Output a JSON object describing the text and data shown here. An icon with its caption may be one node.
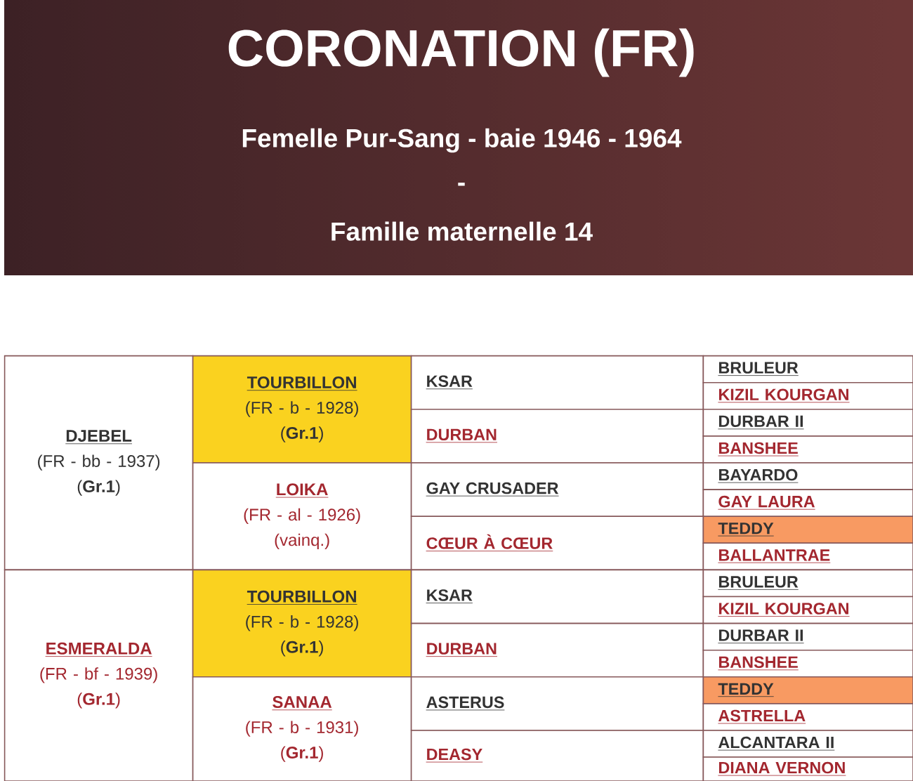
{
  "diagram": {
    "title": "CORONATION (FR)",
    "nodes": [
      {
        "text": [
          "DJEBEL",
          "(FR - bb - 1937)",
          "(**Gr.1**)"
        ]
      },
      {
        "text": [
          "TOURBILLON",
          "(FR - b - 1928)",
          "(**Gr.1**)"
        ]
      },
      {
        "text": [
          "KSAR"
        ]
      },
      {
        "text": [
          "BRULEUR"
        ]
      },
      {
        "text": [
          "KIZIL KOURGAN"
        ]
      },
      {
        "text": [
          "DURBAN"
        ]
      },
      {
        "text": [
          "DURBAR II"
        ]
      },
      {
        "text": [
          "BANSHEE"
        ]
      },
      {
        "text": [
          "LOIKA",
          "(FR - al - 1926)",
          "(vainq.)"
        ]
      },
      {
        "text": [
          "GAY CRUSADER"
        ]
      },
      {
        "text": [
          "BAYARDO"
        ]
      },
      {
        "text": [
          "GAY LAURA"
        ]
      },
      {
        "text": [
          "CŒUR À CŒUR"
        ]
      },
      {
        "text": [
          "TEDDY"
        ]
      },
      {
        "text": [
          "BALLANTRAE"
        ]
      },
      {
        "text": [
          "ESMERALDA",
          "(FR - bf - 1939)",
          "(**Gr.1**)"
        ]
      },
      {
        "text": [
          "TOURBILLON",
          "(FR - b - 1928)",
          "(**Gr.1**)"
        ]
      },
      {
        "text": [
          "KSAR"
        ]
      },
      {
        "text": [
          "BRULEUR"
        ]
      },
      {
        "text": [
          "KIZIL KOURGAN"
        ]
      },
      {
        "text": [
          "DURBAN"
        ]
      },
      {
        "text": [
          "DURBAR II"
        ]
      },
      {
        "text": [
          "BANSHEE"
        ]
      },
      {
        "text": [
          "SANAA",
          "(FR - b - 1931)",
          "(**Gr.1**)"
        ]
      },
      {
        "text": [
          "ASTERUS"
        ]
      },
      {
        "text": [
          "TEDDY"
        ]
      },
      {
        "text": [
          "ASTRELLA"
        ]
      },
      {
        "text": [
          "DEASY"
        ]
      },
      {
        "text": [
          "ALCANTARA II"
        ]
      },
      {
        "text": [
          "DIANA VERNON"
        ]
      }
    ],
    "labels": [
      "Femelle Pur-Sang - baie 1946 - 1964",
      "-",
      "Famille maternelle 14"
    ]
  }
}
